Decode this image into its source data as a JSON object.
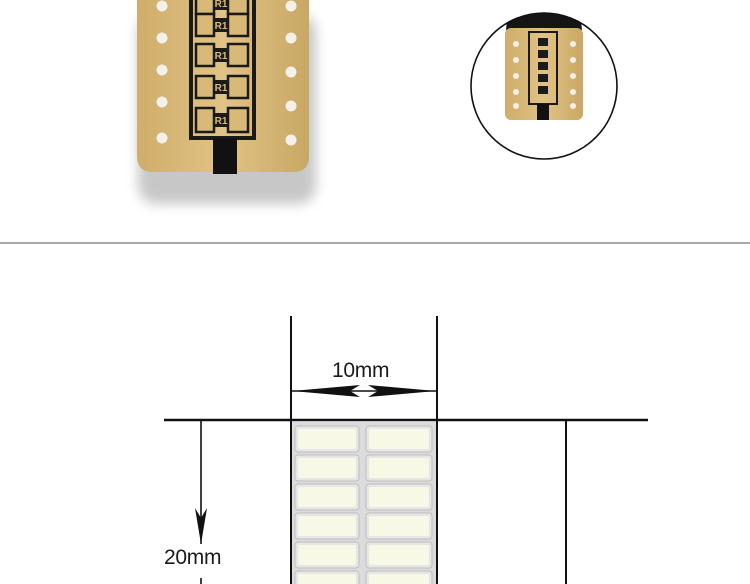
{
  "dimensions": {
    "width_label": "10mm",
    "height_label": "20mm"
  },
  "colors": {
    "pcb_gold": "#d9b978",
    "pcb_dark": "#111111",
    "hole": "#f4f1ea",
    "led_frame": "#e7e7e7",
    "led_lens": "#f6f8e2",
    "divider": "#a9a9a9",
    "dimension_line": "#111111"
  },
  "components": {
    "resistor_marking": "R1"
  }
}
